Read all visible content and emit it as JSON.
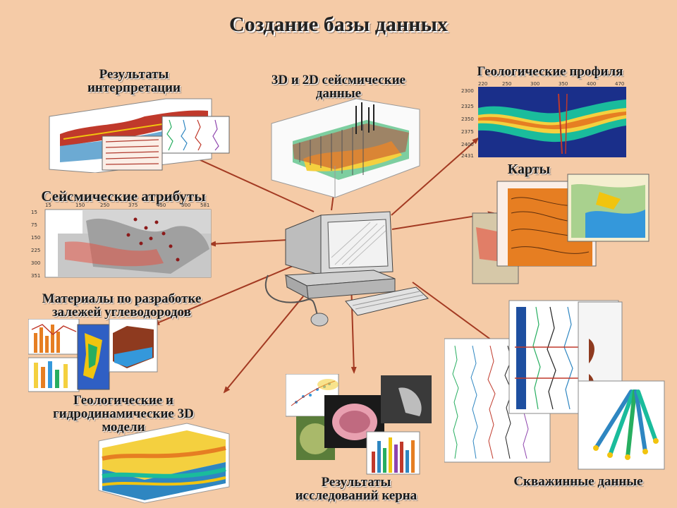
{
  "title": "Создание базы данных",
  "labels": {
    "interpretation": [
      "Результаты",
      "интерпретации"
    ],
    "seismic": [
      "3D и 2D сейсмические",
      "данные"
    ],
    "profiles": [
      "Геологические профиля"
    ],
    "maps": [
      "Карты"
    ],
    "attributes": [
      "Сейсмические атрибуты"
    ],
    "development": [
      "Материалы по разработке",
      "залежей углеводородов"
    ],
    "models": [
      "Геологические и",
      "гидродинамические  3D",
      "модели"
    ],
    "core": [
      "Результаты",
      "исследований керна"
    ],
    "wells": [
      "Скважинные данные"
    ]
  },
  "axis_ticks": {
    "attributes_x": [
      "15",
      "150",
      "250",
      "375",
      "450",
      "500",
      "581"
    ],
    "attributes_y": [
      "15",
      "75",
      "150",
      "225",
      "300",
      "351"
    ],
    "profiles_x": [
      "220",
      "250",
      "300",
      "350",
      "400",
      "470"
    ],
    "profiles_y": [
      "2300",
      "2325",
      "2350",
      "2375",
      "2400",
      "2431"
    ]
  },
  "colors": {
    "background": "#f5cba7",
    "arrow": "#a33a22",
    "label_text": "#1a1a1a"
  }
}
